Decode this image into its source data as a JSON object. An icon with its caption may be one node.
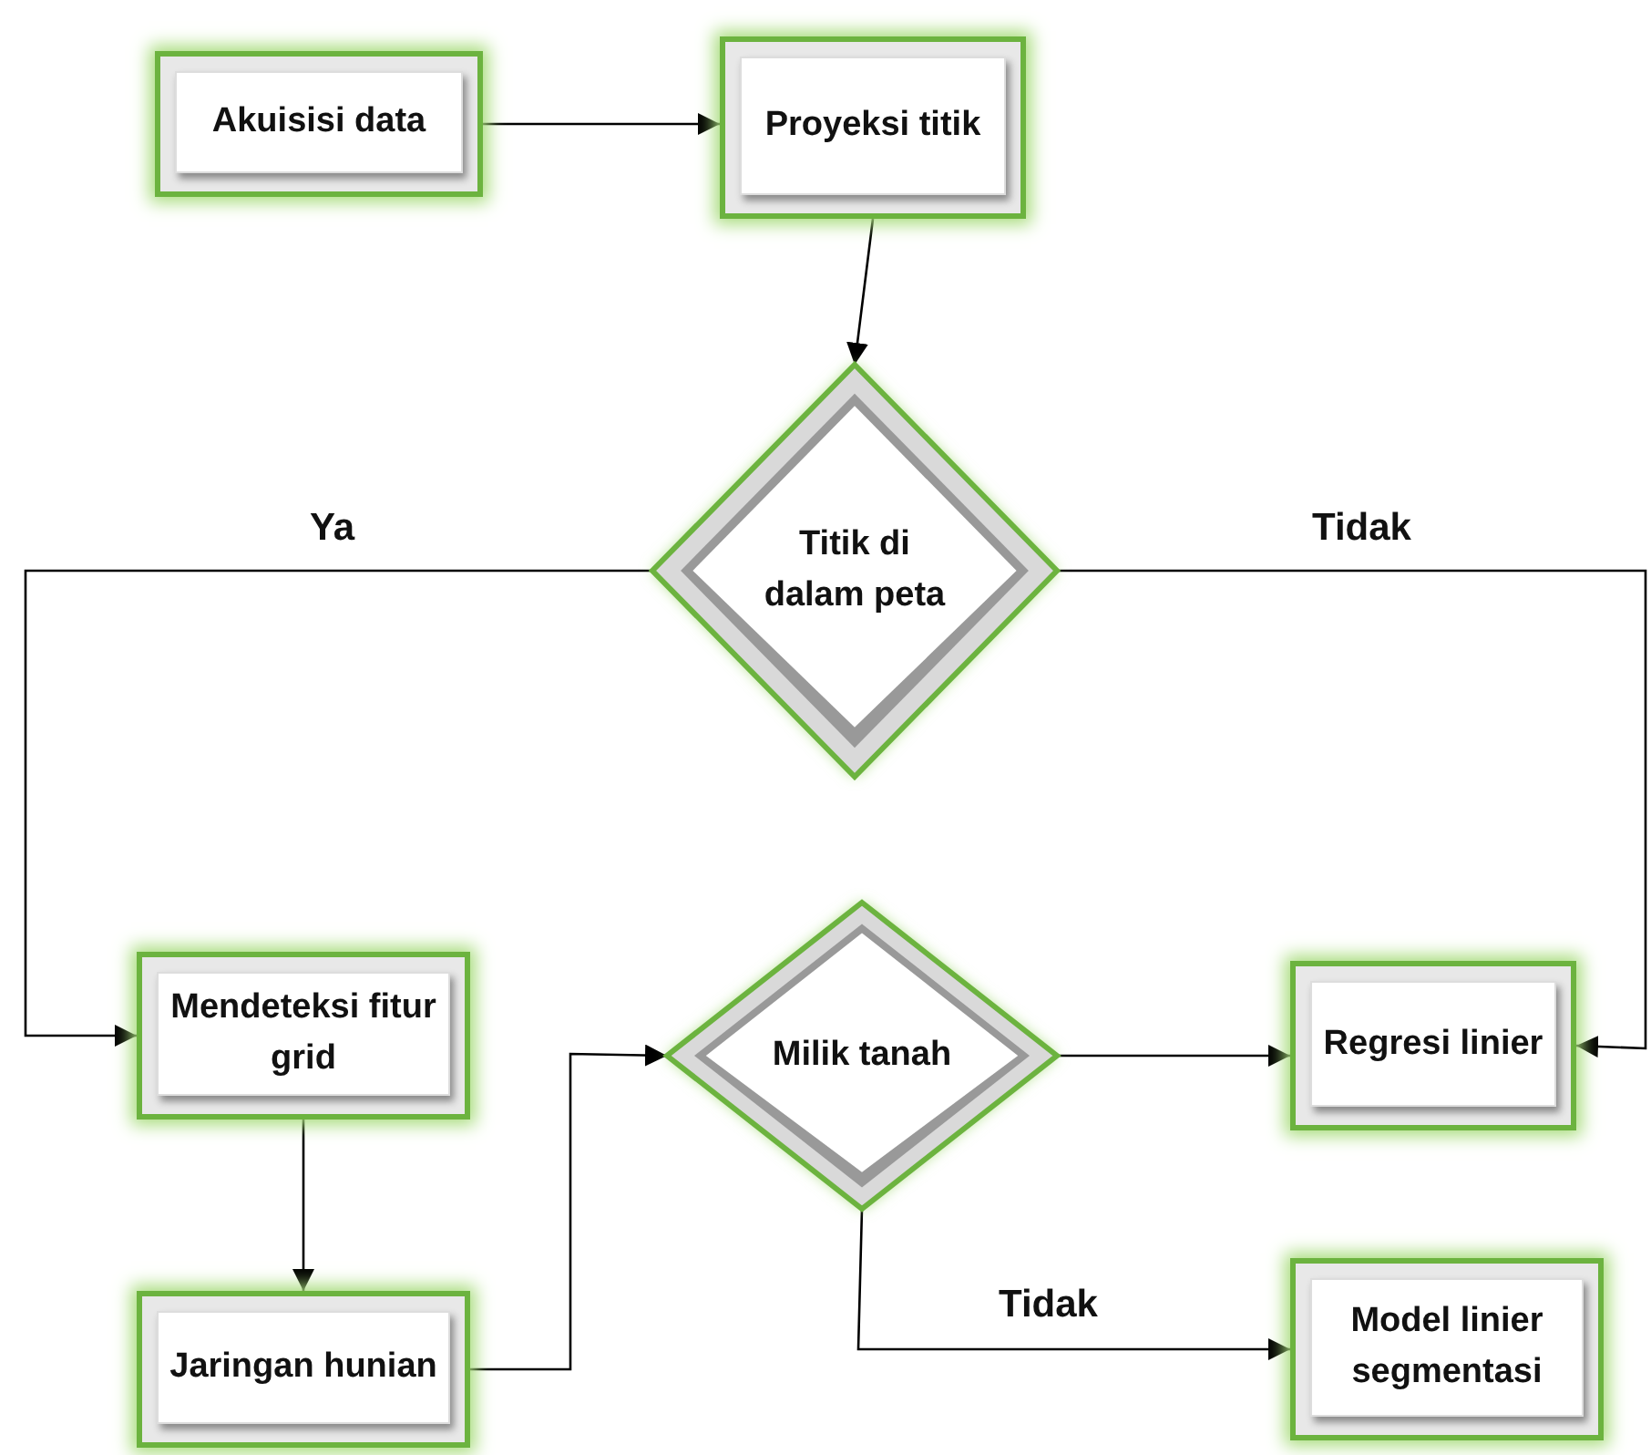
{
  "diagram": {
    "nodes": [
      {
        "text": [
          "Akuisisi data"
        ]
      },
      {
        "text": [
          "Proyeksi titik"
        ]
      },
      {
        "text": [
          "Titik di dalam peta"
        ]
      },
      {
        "text": [
          "Mendeteksi fitur grid"
        ]
      },
      {
        "text": [
          "Jaringan hunian"
        ]
      },
      {
        "text": [
          "Milik tanah"
        ]
      },
      {
        "text": [
          "Regresi linier"
        ]
      },
      {
        "text": [
          "Model linier segmentasi"
        ]
      }
    ],
    "edges": [
      {
        "from": 0,
        "to": 1,
        "arrow": "to"
      },
      {
        "from": 1,
        "to": 2,
        "arrow": "to"
      },
      {
        "from": 2,
        "to": 3,
        "arrow": "to",
        "label": "Ya"
      },
      {
        "from": 2,
        "to": 6,
        "arrow": "to",
        "label": "Tidak"
      },
      {
        "from": 3,
        "to": 4,
        "arrow": "to"
      },
      {
        "from": 4,
        "to": 5,
        "arrow": "to"
      },
      {
        "from": 5,
        "to": 6,
        "arrow": "to"
      },
      {
        "from": 5,
        "to": 7,
        "arrow": "to",
        "label": "Tidak"
      }
    ]
  }
}
